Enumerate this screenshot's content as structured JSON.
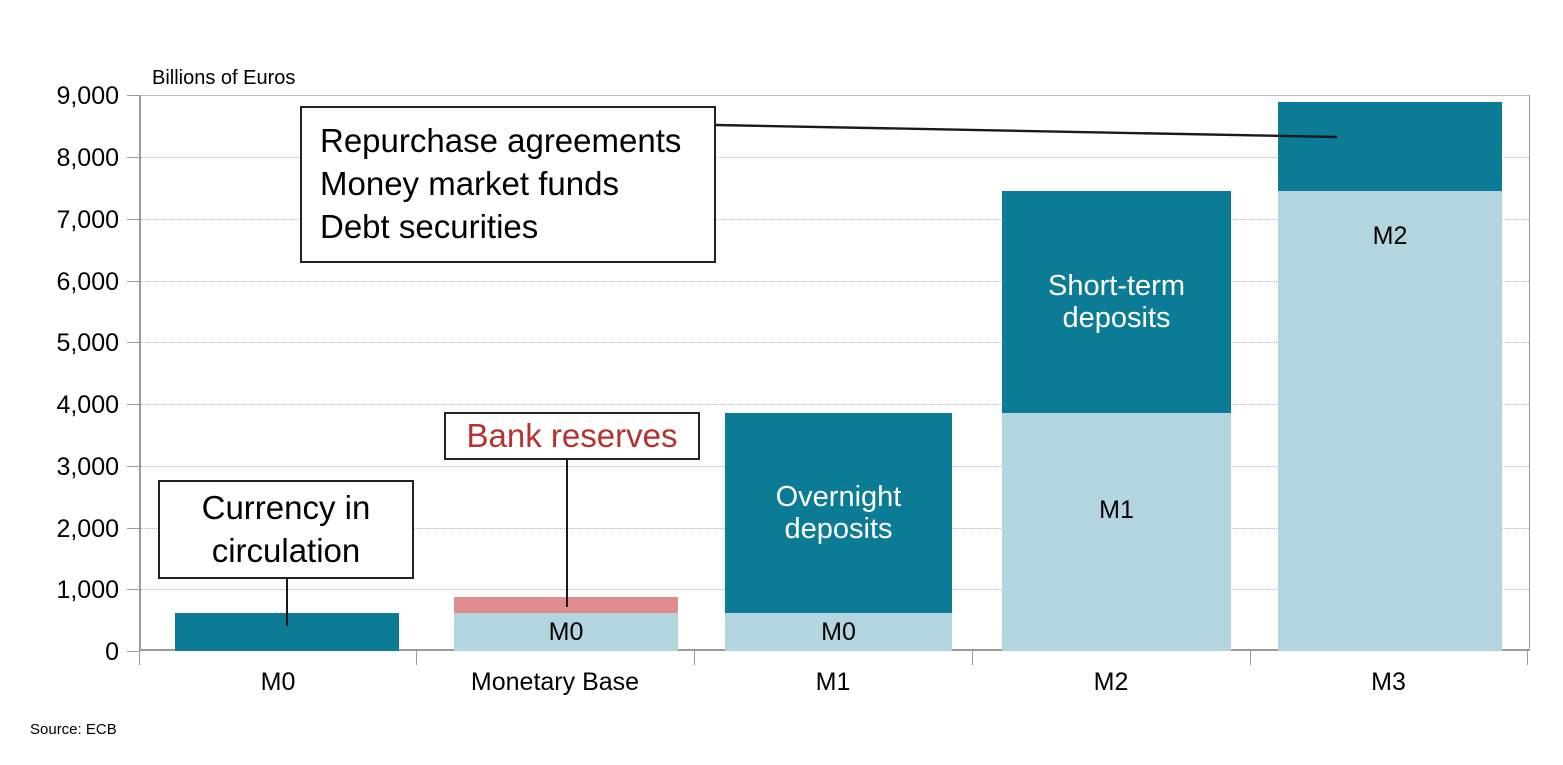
{
  "chart_data": {
    "type": "bar",
    "title": "",
    "subtitle": "",
    "xlabel": "",
    "ylabel": "Billions of Euros",
    "unit_caption": "Billions of Euros",
    "ylim": [
      0,
      9000
    ],
    "ytick_values": [
      0,
      1000,
      2000,
      3000,
      4000,
      5000,
      6000,
      7000,
      8000,
      9000
    ],
    "ytick_labels": [
      "0",
      "1,000",
      "2,000",
      "3,000",
      "4,000",
      "5,000",
      "6,000",
      "7,000",
      "8,000",
      "9,000"
    ],
    "grid": true,
    "legend": "none",
    "stacked": true,
    "categories": [
      "M0",
      "Monetary Base",
      "M1",
      "M2",
      "M3"
    ],
    "series": [
      {
        "name": "base",
        "color": "#0b7b96",
        "values": [
          620,
          620,
          620,
          3850,
          7450
        ],
        "labels": [
          "",
          "M0",
          "M0",
          "M1",
          "M2"
        ]
      },
      {
        "name": "increment",
        "color": "#0b7b96",
        "values": [
          0,
          260,
          3230,
          3600,
          1440
        ],
        "labels": [
          "",
          "",
          "Overnight deposits",
          "Short-term deposits",
          ""
        ]
      }
    ],
    "bars": [
      {
        "category": "M0",
        "total": 620,
        "segments": [
          {
            "label": "",
            "value": 620,
            "from": 0,
            "to": 620,
            "color": "#0b7b96",
            "label_color": "#ffffff"
          }
        ]
      },
      {
        "category": "Monetary Base",
        "total": 880,
        "segments": [
          {
            "label": "M0",
            "value": 620,
            "from": 0,
            "to": 620,
            "color": "#b3d5e0",
            "label_color": "#000000"
          },
          {
            "label": "",
            "value": 260,
            "from": 620,
            "to": 880,
            "color": "#e08c8c",
            "label_color": "#000000"
          }
        ]
      },
      {
        "category": "M1",
        "total": 3850,
        "segments": [
          {
            "label": "M0",
            "value": 620,
            "from": 0,
            "to": 620,
            "color": "#b3d5e0",
            "label_color": "#000000"
          },
          {
            "label": "Overnight deposits",
            "value": 3230,
            "from": 620,
            "to": 3850,
            "color": "#0b7b96",
            "label_color": "#ffffff"
          }
        ]
      },
      {
        "category": "M2",
        "total": 7450,
        "segments": [
          {
            "label": "M1",
            "value": 3850,
            "from": 0,
            "to": 3850,
            "color": "#b3d5e0",
            "label_color": "#000000"
          },
          {
            "label": "Short-term deposits",
            "value": 3600,
            "from": 3850,
            "to": 7450,
            "color": "#0b7b96",
            "label_color": "#ffffff"
          }
        ]
      },
      {
        "category": "M3",
        "total": 8890,
        "segments": [
          {
            "label": "M2",
            "value": 7450,
            "from": 0,
            "to": 7450,
            "color": "#b3d5e0",
            "label_color": "#000000"
          },
          {
            "label": "",
            "value": 1440,
            "from": 7450,
            "to": 8890,
            "color": "#0b7b96",
            "label_color": "#ffffff"
          }
        ]
      }
    ],
    "annotations": [
      {
        "id": "currency-in-circulation",
        "lines": [
          "Currency in",
          "circulation"
        ],
        "text_color": "#000000",
        "points_to": "M0"
      },
      {
        "id": "bank-reserves",
        "lines": [
          "Bank reserves"
        ],
        "text_color": "#b5332e",
        "points_to": "Monetary Base"
      },
      {
        "id": "m3-components",
        "lines": [
          "Repurchase agreements",
          "Money market funds",
          "Debt securities"
        ],
        "text_color": "#000000",
        "points_to": "M3"
      }
    ],
    "colors": {
      "teal": "#0b7b96",
      "light_blue": "#b3d5e0",
      "salmon": "#e08c8c",
      "red_text": "#b5332e",
      "grid": "#b8b8b8",
      "axis": "#9a9a9a"
    }
  },
  "source": {
    "text": "Source: ECB"
  },
  "axis": {
    "labels": {
      "y_0": "0",
      "y_1000": "1,000",
      "y_2000": "2,000",
      "y_3000": "3,000",
      "y_4000": "4,000",
      "y_5000": "5,000",
      "y_6000": "6,000",
      "y_7000": "7,000",
      "y_8000": "8,000",
      "y_9000": "9,000"
    },
    "unit": "Billions of Euros",
    "x_labels": [
      "M0",
      "Monetary Base",
      "M1",
      "M2",
      "M3"
    ]
  },
  "bar_labels": {
    "m0_none": "",
    "mb_m0": "M0",
    "m1_m0": "M0",
    "m1_overnight_1": "Overnight",
    "m1_overnight_2": "deposits",
    "m2_m1": "M1",
    "m2_short_1": "Short-term",
    "m2_short_2": "deposits",
    "m3_m2": "M2"
  },
  "callouts": {
    "currency": {
      "line1": "Currency in",
      "line2": "circulation"
    },
    "reserves": {
      "line1": "Bank reserves"
    },
    "m3": {
      "line1": "Repurchase agreements",
      "line2": "Money market funds",
      "line3": "Debt securities"
    }
  }
}
